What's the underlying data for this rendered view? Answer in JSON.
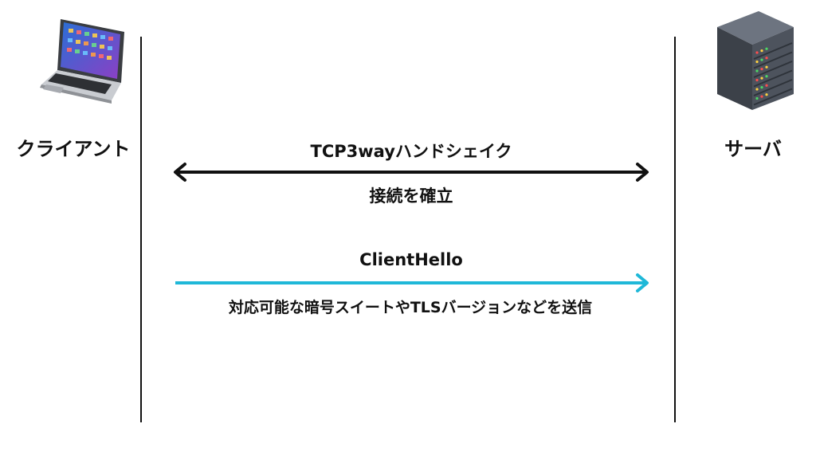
{
  "actors": {
    "client": {
      "label": "クライアント",
      "icon": "laptop-icon"
    },
    "server": {
      "label": "サーバ",
      "icon": "server-rack-icon"
    }
  },
  "messages": {
    "handshake": {
      "title": "TCP3wayハンドシェイク",
      "subtitle": "接続を確立",
      "direction": "bidirectional",
      "color": "#111111"
    },
    "client_hello": {
      "title": "ClientHello",
      "subtitle": "対応可能な暗号スイートやTLSバージョンなどを送信",
      "direction": "client-to-server",
      "color": "#1fb8d8"
    }
  }
}
